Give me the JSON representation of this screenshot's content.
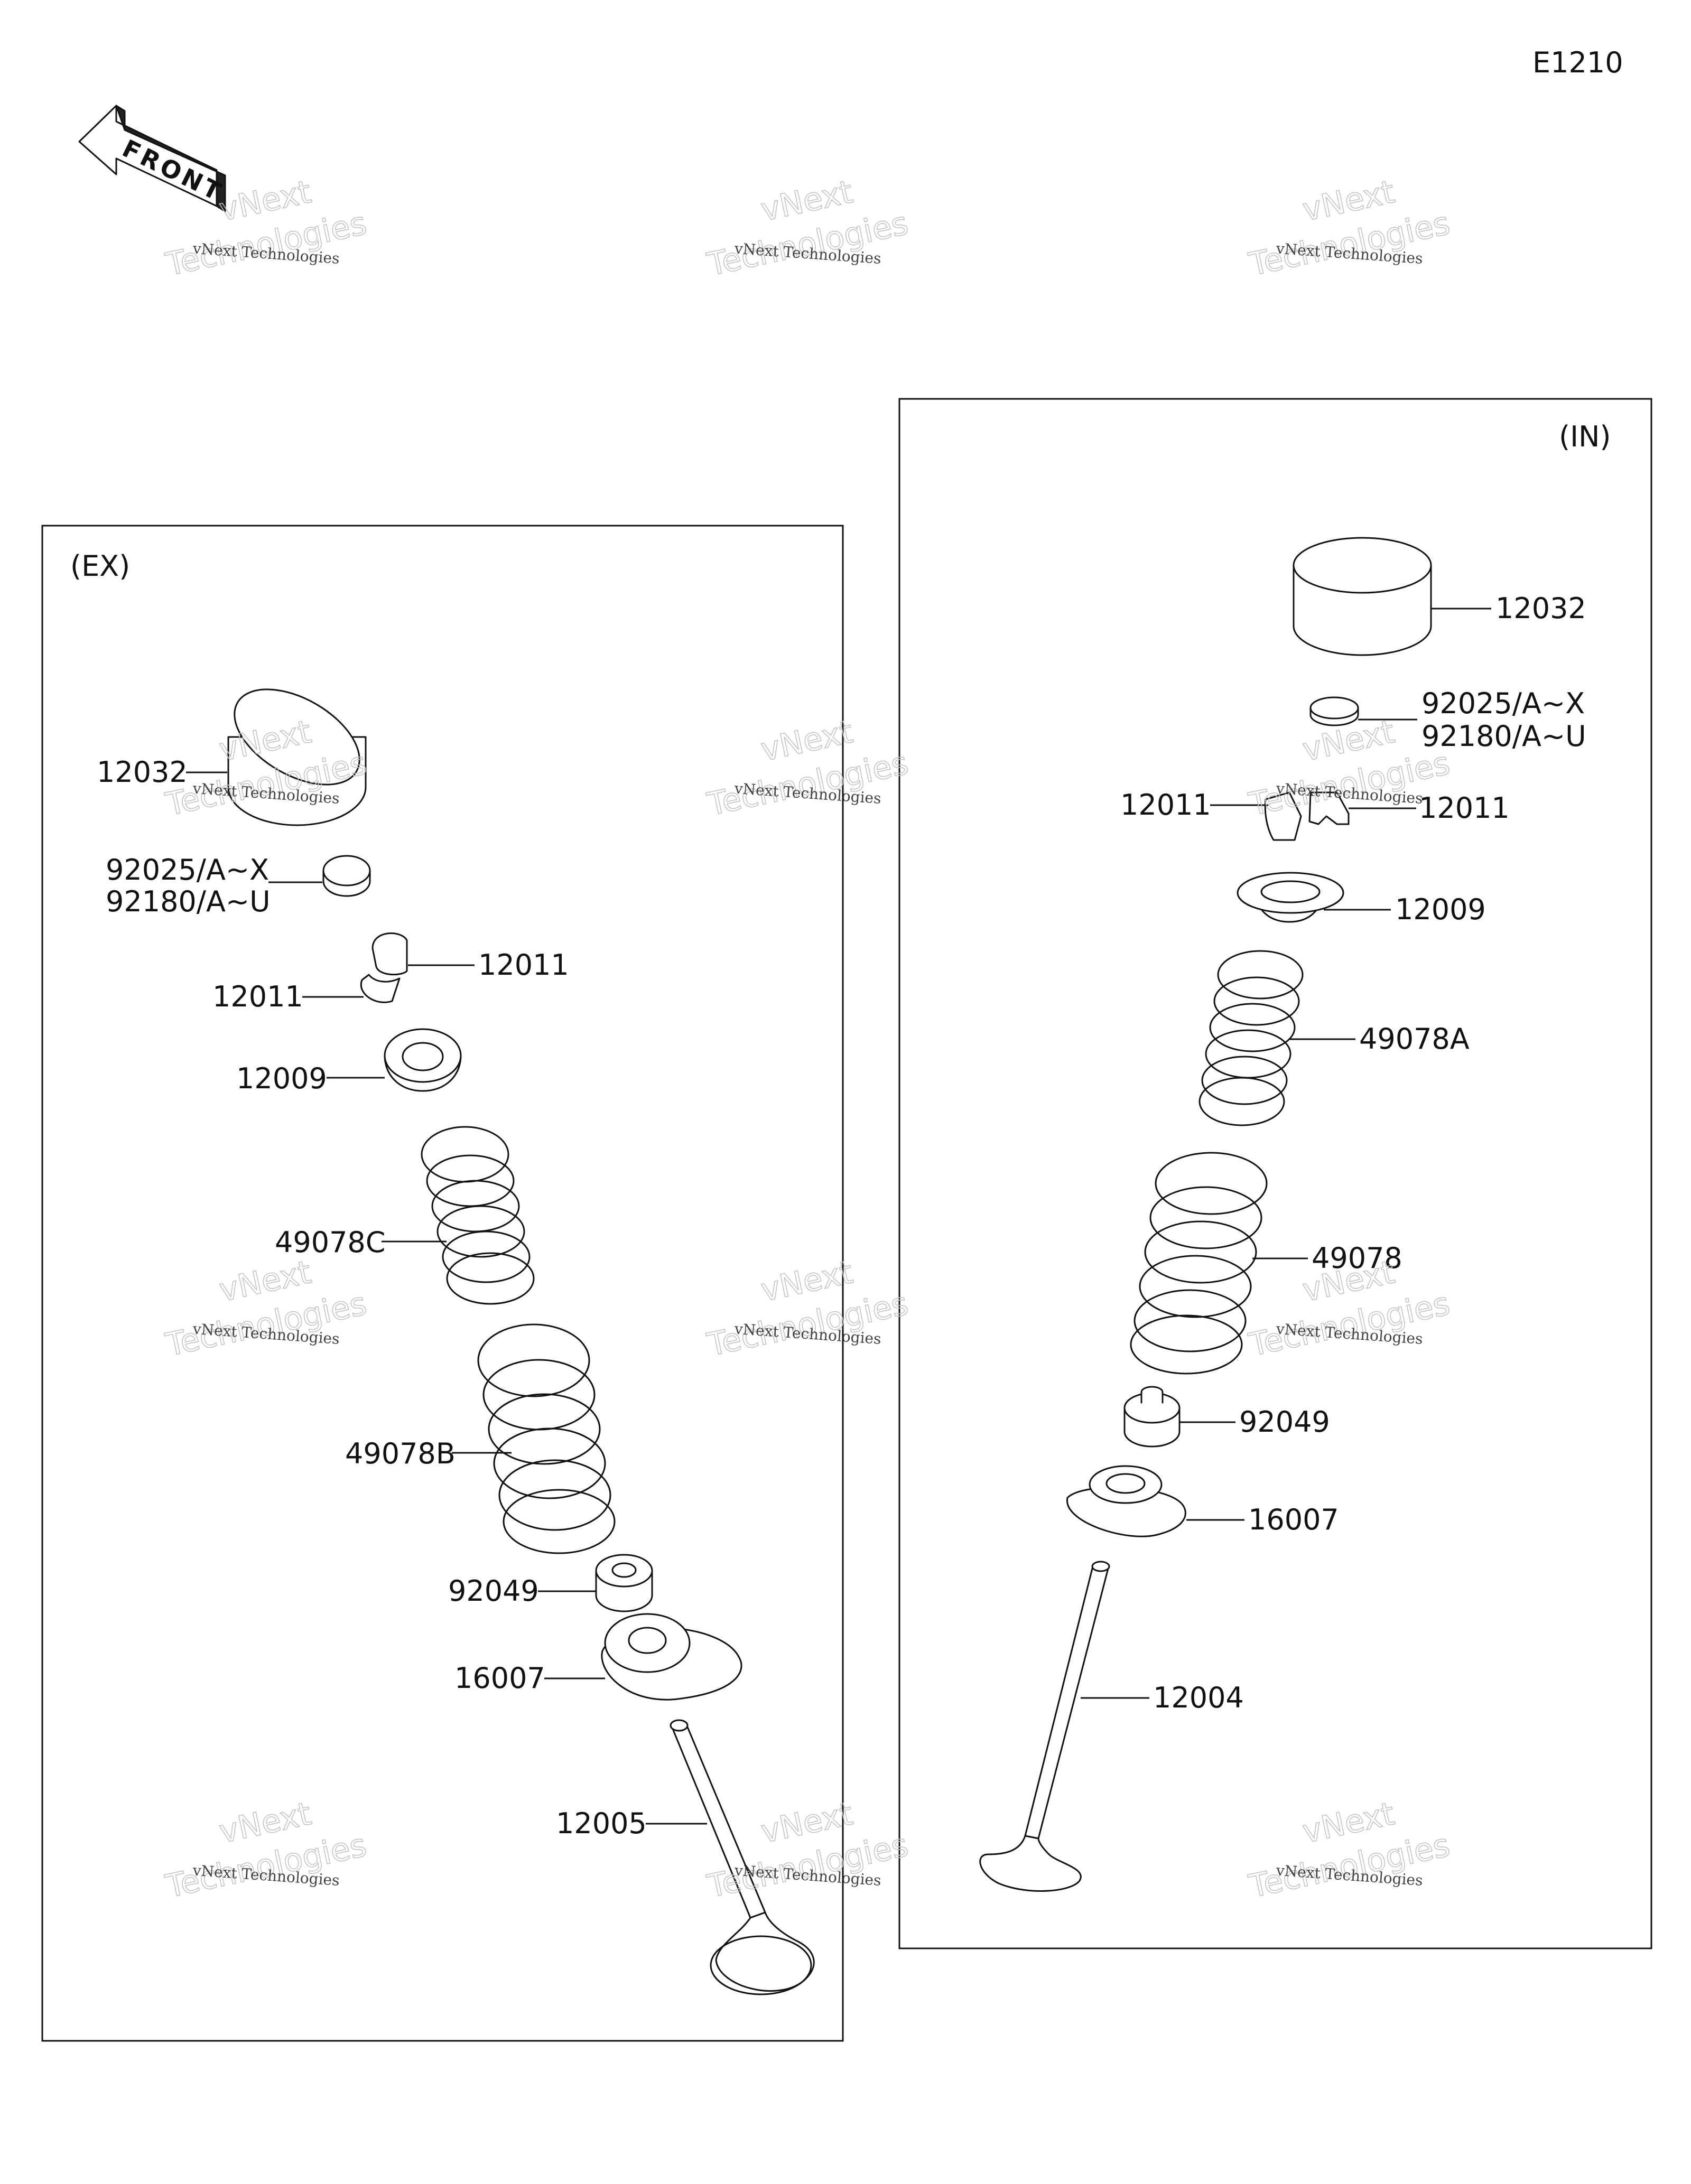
{
  "diagram_code": "E1210",
  "front_label": "FRONT",
  "watermark": {
    "small": "vNext Technologies",
    "big_line1": "vNext",
    "big_line2": "Technologies"
  },
  "panels": {
    "ex": {
      "title": "(EX)",
      "labels": {
        "tappet": "12032",
        "shim_1": "92025/A~X",
        "shim_2": "92180/A~U",
        "keeper_right": "12011",
        "keeper_left": "12011",
        "retainer": "12009",
        "inner_spring": "49078C",
        "outer_spring": "49078B",
        "stem_seal": "92049",
        "spring_seat": "16007",
        "valve": "12005"
      }
    },
    "in": {
      "title": "(IN)",
      "labels": {
        "tappet": "12032",
        "shim_1": "92025/A~X",
        "shim_2": "92180/A~U",
        "keeper_left": "12011",
        "keeper_right": "12011",
        "retainer": "12009",
        "inner_spring": "49078A",
        "outer_spring": "49078",
        "stem_seal": "92049",
        "spring_seat": "16007",
        "valve": "12004"
      }
    }
  }
}
